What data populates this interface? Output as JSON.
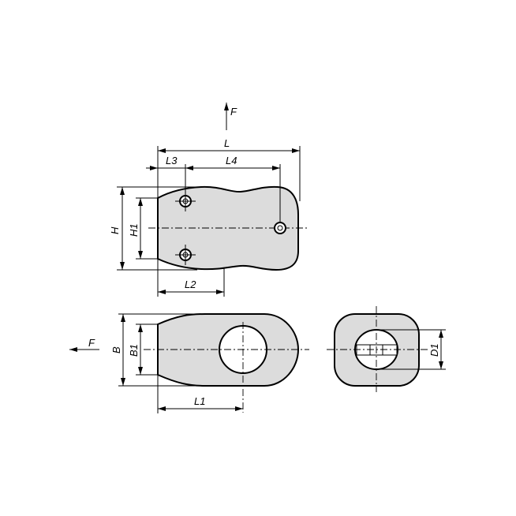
{
  "title": "Clamping lever / cam dimensional drawing",
  "top_view": {
    "force": "F",
    "length": "L",
    "length3": "L3",
    "length4": "L4",
    "height": "H",
    "height1": "H1",
    "length2": "L2"
  },
  "front_view": {
    "force": "F",
    "width": "B",
    "width1": "B1",
    "length1": "L1"
  },
  "side_view": {
    "diameter1": "D1"
  },
  "colors": {
    "fill": "#dcdcdc",
    "line": "#000000"
  }
}
